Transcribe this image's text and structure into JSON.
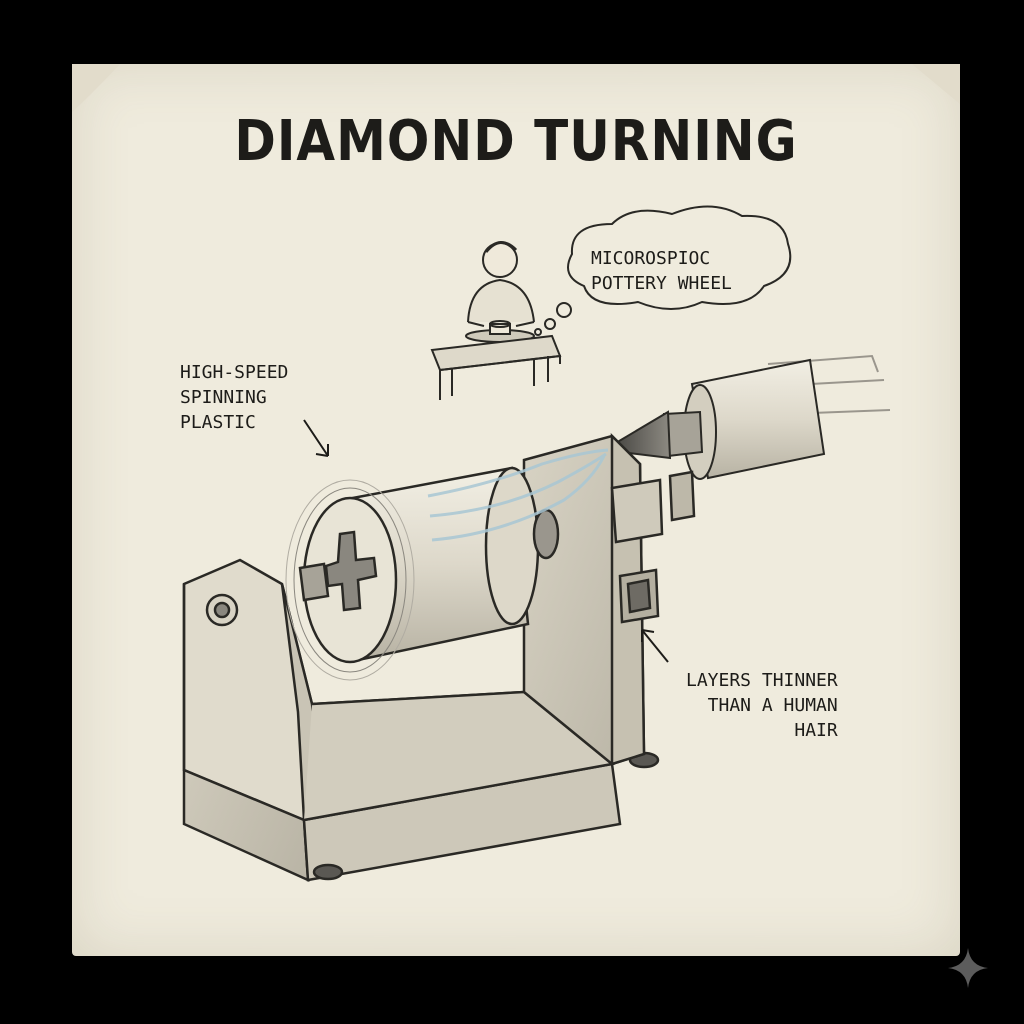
{
  "title": "DIAMOND TURNING",
  "labels": {
    "spinning": "HIGH-SPEED\nSPINNING\nPLASTIC",
    "bubble": "MICOROSPIOC\nPOTTERY WHEEL",
    "layers": "LAYERS THINNER\nTHAN A HUMAN\nHAIR"
  },
  "icons": {
    "corner": "sparkle-icon"
  },
  "colors": {
    "background": "#000000",
    "paper": "#efebdd",
    "ink": "#1d1c19",
    "swoosh": "#a9c7d4"
  }
}
